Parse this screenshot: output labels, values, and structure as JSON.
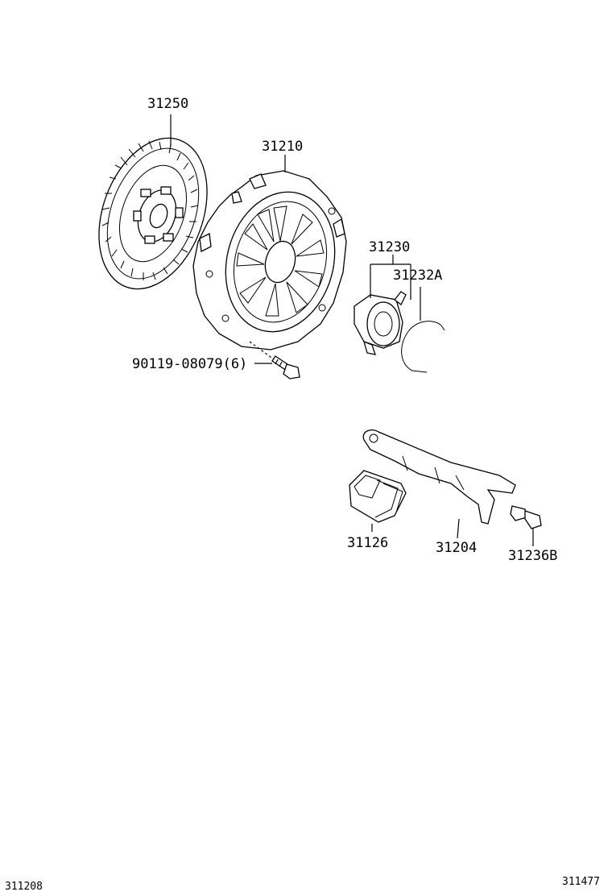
{
  "callouts": {
    "clutch_disc": "31250",
    "clutch_cover": "31210",
    "release_bearing_assy": "31230",
    "release_bearing_clip": "31232A",
    "bolt": "90119-08079(6)",
    "boot": "31126",
    "release_fork": "31204",
    "fork_support": "31236B"
  },
  "footer": {
    "left_code": "311208",
    "right_code": "311477"
  }
}
